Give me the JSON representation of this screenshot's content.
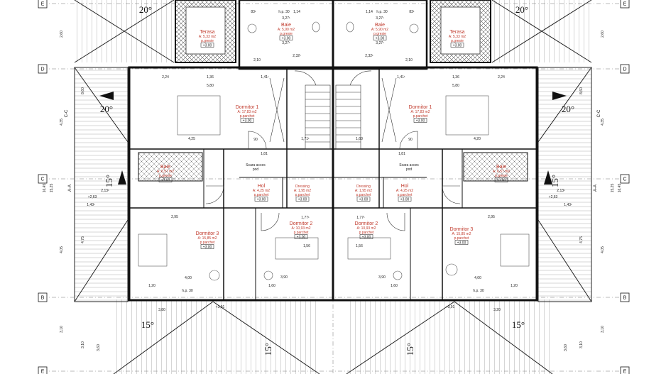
{
  "grid_labels": {
    "left": [
      "E",
      "D",
      "C",
      "B",
      "E"
    ],
    "right": [
      "E",
      "D",
      "C",
      "B",
      "E"
    ]
  },
  "roof_angles": [
    "20°",
    "20°",
    "20°",
    "20°",
    "15°",
    "15°",
    "15°",
    "15°"
  ],
  "section_marks": {
    "cc": "C-C",
    "aa": "A-A"
  },
  "rooms": [
    {
      "name": "Baie",
      "area": "A: 5,90 m2",
      "finish": "p.gresie",
      "level": "+3.00"
    },
    {
      "name": "Baie",
      "area": "A: 5,90 m2",
      "finish": "p.gresie",
      "level": "+3.00"
    },
    {
      "name": "Terasa",
      "area": "A: 5,33 m2",
      "finish": "p.gresie",
      "level": "+3.00"
    },
    {
      "name": "Terasa",
      "area": "A: 5,33 m2",
      "finish": "p.gresie",
      "level": "+3.00"
    },
    {
      "name": "Dormitor 1",
      "area": "A: 17,83 m2",
      "finish": "p.parchet",
      "level": "+3.00"
    },
    {
      "name": "Dormitor 1",
      "area": "A: 17,83 m2",
      "finish": "p.parchet",
      "level": "+3.00"
    },
    {
      "name": "Baie",
      "area": "A: 6,57 m2",
      "finish": "p.gresie",
      "level": "+3.00"
    },
    {
      "name": "Baie",
      "area": "A: 6,57 m2",
      "finish": "p.gresie",
      "level": "+3.00"
    },
    {
      "name": "Hol",
      "area": "A: 4,25 m2",
      "finish": "p.parchet",
      "level": "+3.00"
    },
    {
      "name": "Hol",
      "area": "A: 4,25 m2",
      "finish": "p.parchet",
      "level": "+3.00"
    },
    {
      "name": "Dressing",
      "area": "A: 1,95 m2",
      "finish": "p.parchet",
      "level": "+3.00"
    },
    {
      "name": "Dressing",
      "area": "A: 1,95 m2",
      "finish": "p.parchet",
      "level": "+3.00"
    },
    {
      "name": "Dormitor 2",
      "area": "A: 10,93 m2",
      "finish": "p.parchet",
      "level": "+3.00"
    },
    {
      "name": "Dormitor 2",
      "area": "A: 10,93 m2",
      "finish": "p.parchet",
      "level": "+3.00"
    },
    {
      "name": "Dormitor 3",
      "area": "A: 15,85 m2",
      "finish": "p.parchet",
      "level": "+3.00"
    },
    {
      "name": "Dormitor 3",
      "area": "A: 15,85 m2",
      "finish": "p.parchet",
      "level": "+3.00"
    }
  ],
  "stair_note": [
    "Scara acces",
    "pod"
  ],
  "parapet_labels": [
    "h.p. 30",
    "h.p. 30",
    "h.p. 30",
    "h.p. 30"
  ],
  "dimensions": {
    "top": [
      "83¹",
      "1,14",
      "1,14",
      "83¹",
      "3,27¹",
      "3,27¹",
      "3,27¹",
      "3,27¹",
      "2,32¹",
      "2,32¹",
      "2,10",
      "2,10",
      "1,41¹",
      "1,41¹"
    ],
    "mid": [
      "2,24",
      "1,36",
      "1,36",
      "2,24",
      "5,80",
      "5,80",
      "4,25",
      "4,20",
      "90",
      "90",
      "1,71¹",
      "1,60",
      "1,81",
      "1,81",
      "2,95",
      "2,95",
      "1,77¹",
      "1,77¹",
      "1,56",
      "1,56",
      "3,90",
      "3,90",
      "4,00",
      "4,00"
    ],
    "bottom": [
      "1,60",
      "1,60",
      "1,20",
      "1,20",
      "3,80",
      "3,20",
      "+3,91",
      "+3,91"
    ],
    "side_left": [
      "2,60",
      "8,60",
      "4,35",
      "16,45",
      "15,25",
      "4,75",
      "4,05",
      "3,10",
      "3,10",
      "3,60"
    ],
    "side_right": [
      "2,60",
      "8,60",
      "4,35",
      "16,45",
      "15,25",
      "4,75",
      "4,05",
      "3,10",
      "3,10",
      "3,60"
    ],
    "levels": [
      "+2,63",
      "+2,63",
      "2,13¹",
      "2,13¹",
      "1,43¹",
      "1,43¹"
    ]
  }
}
